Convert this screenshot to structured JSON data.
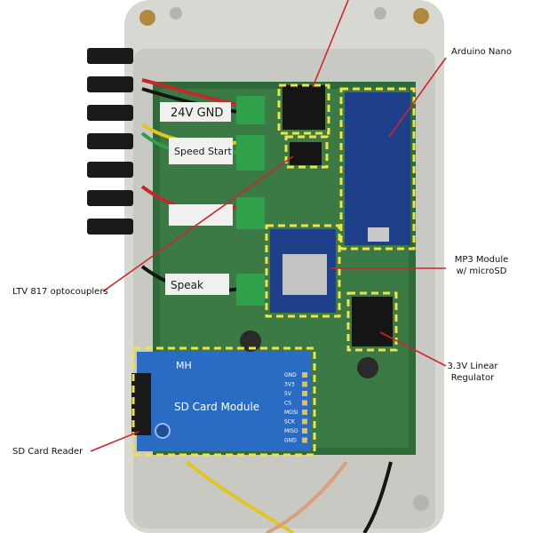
{
  "labels": {
    "arduino": "Arduino Nano",
    "mp3_line1": "MP3 Module",
    "mp3_line2": "w/ microSD",
    "optocouplers": "LTV 817 optocouplers",
    "regulator_line1": "3.3V Linear",
    "regulator_line2": "Regulator",
    "sd_reader": "SD Card Reader"
  },
  "board_text": {
    "sd_module": "SD Card Module",
    "mh": "MH",
    "pins": [
      "GND",
      "3V3",
      "5V",
      "CS",
      "MOSI",
      "SCK",
      "MISO",
      "GND"
    ],
    "terminal_24v": "24V GND",
    "terminal_speed": "Speed Start",
    "terminal_speaker": "Speak"
  },
  "colors": {
    "callout_line": "#d0252a",
    "highlight_box": "#f2e24a",
    "pcb": "#2e6a3a",
    "enclosure": "#d9d9d4",
    "sd_module": "#2a6cc4"
  }
}
